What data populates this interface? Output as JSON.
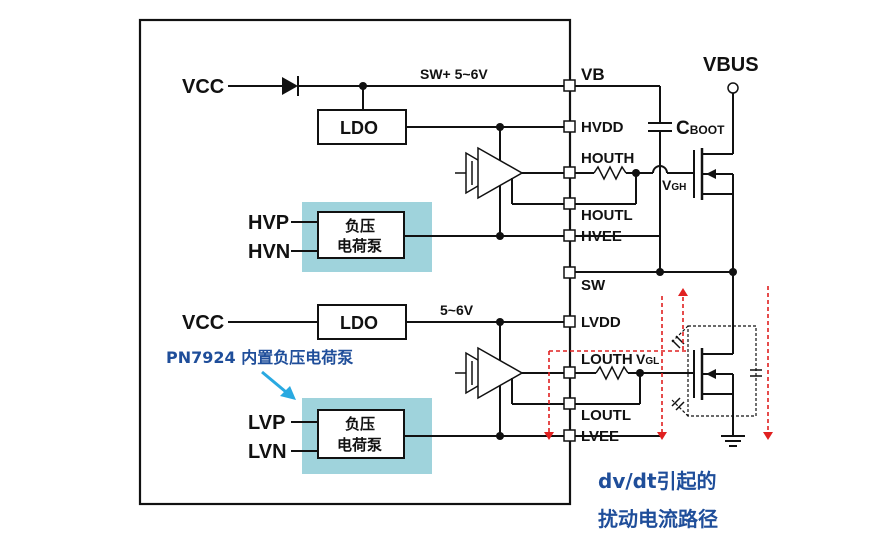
{
  "signals": {
    "vcc_top": "VCC",
    "vcc_bottom": "VCC",
    "hvp": "HVP",
    "hvn": "HVN",
    "lvp": "LVP",
    "lvn": "LVN",
    "vbus": "VBUS",
    "cboot_main": "C",
    "cboot_sub": "BOOT",
    "vgh_main": "V",
    "vgh_sub": "GH",
    "vgl_main": "V",
    "vgl_sub": "GL"
  },
  "blocks": {
    "ldo_top": "LDO",
    "ldo_bottom": "LDO",
    "charge_pump_top_line1": "负压",
    "charge_pump_top_line2": "电荷泵",
    "charge_pump_bottom_line1": "负压",
    "charge_pump_bottom_line2": "电荷泵"
  },
  "wires": {
    "sw_supply": "SW+ 5~6V",
    "low_supply": "5~6V"
  },
  "pins": {
    "vb": "VB",
    "hvdd": "HVDD",
    "houth": "HOUTH",
    "houtl": "HOUTL",
    "hvee": "HVEE",
    "sw": "SW",
    "lvdd": "LVDD",
    "louth": "LOUTH",
    "loutl": "LOUTL",
    "lvee": "LVEE"
  },
  "annotations": {
    "pn7924": "PN7924 内置负压电荷泵",
    "dvdt_line1": "dv/dt引起的",
    "dvdt_line2": "扰动电流路径"
  },
  "colors": {
    "charge_pump_fill": "#9fd3dc",
    "annotation_blue": "#1f4e9a",
    "arrow_cyan": "#29a9e1",
    "dashed_red": "#e02020"
  }
}
